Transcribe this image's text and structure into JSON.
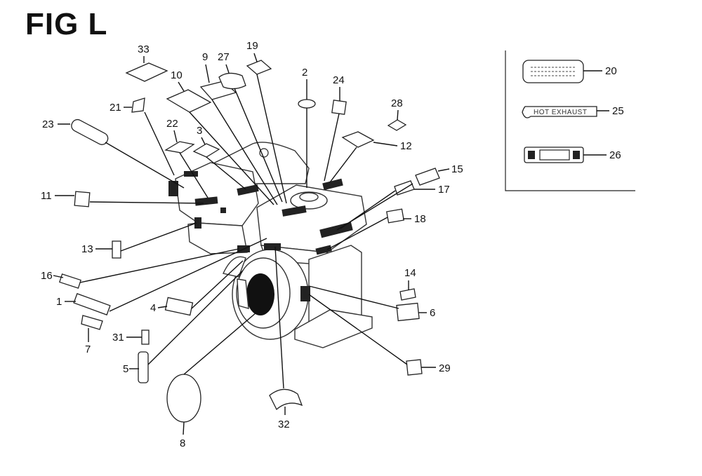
{
  "figure": {
    "title": "FIG L"
  },
  "callouts": {
    "c1": "1",
    "c2": "2",
    "c3": "3",
    "c4": "4",
    "c5": "5",
    "c6": "6",
    "c7": "7",
    "c8": "8",
    "c9": "9",
    "c10": "10",
    "c11": "11",
    "c12": "12",
    "c13": "13",
    "c14": "14",
    "c15": "15",
    "c16": "16",
    "c17": "17",
    "c18": "18",
    "c19": "19",
    "c20": "20",
    "c21": "21",
    "c22": "22",
    "c23": "23",
    "c24": "24",
    "c25": "25",
    "c26": "26",
    "c27": "27",
    "c28": "28",
    "c29": "29",
    "c31": "31",
    "c32": "32",
    "c33": "33"
  },
  "inset_labels": {
    "hot_exhaust": "HOT EXHAUST"
  }
}
